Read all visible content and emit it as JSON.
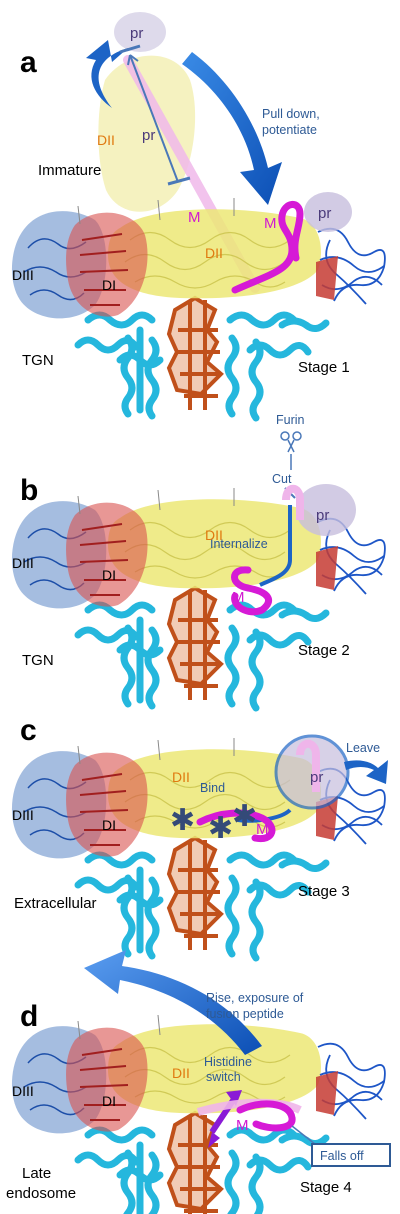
{
  "panels": [
    {
      "letter": "a",
      "compartment": "TGN",
      "stage": "Stage 1",
      "state": "Immature",
      "labels": {
        "pr_top": "pr",
        "pr_mid": "pr",
        "dii_top": "DII",
        "pr_right": "pr",
        "m_left": "M",
        "m_right": "M",
        "dii": "DII",
        "diii": "DIII",
        "di": "DI"
      },
      "annotation": [
        "Pull down,",
        "potentiate"
      ]
    },
    {
      "letter": "b",
      "compartment": "TGN",
      "stage": "Stage 2",
      "labels": {
        "dii": "DII",
        "diii": "DIII",
        "di": "DI",
        "pr_right": "pr",
        "m": "M"
      },
      "enzyme": "Furin",
      "cut": "Cut",
      "annotation": "Internalize"
    },
    {
      "letter": "c",
      "compartment": "Extracellular",
      "stage": "Stage 3",
      "labels": {
        "dii": "DII",
        "diii": "DIII",
        "di": "DI",
        "pr_right": "pr",
        "m": "M"
      },
      "annotation": "Bind",
      "leave": "Leave"
    },
    {
      "letter": "d",
      "compartment": [
        "Late",
        "endosome"
      ],
      "stage": "Stage 4",
      "labels": {
        "dii": "DII",
        "diii": "DIII",
        "di": "DI",
        "m": "M"
      },
      "annotation_top": [
        "Rise, exposure of",
        "fusion peptide"
      ],
      "annotation_mid": [
        "Histidine",
        "switch"
      ],
      "falls_off": "Falls off"
    }
  ],
  "colors": {
    "diii": "#5b86c6",
    "di": "#d8524e",
    "dii": "#ece776",
    "pr": "#c7bedd",
    "m": "#d61ad6",
    "helix": "#25b7dd",
    "core": "#c0501a",
    "arrow": "#1d64c6",
    "dark_blue": "#2e5a95"
  }
}
